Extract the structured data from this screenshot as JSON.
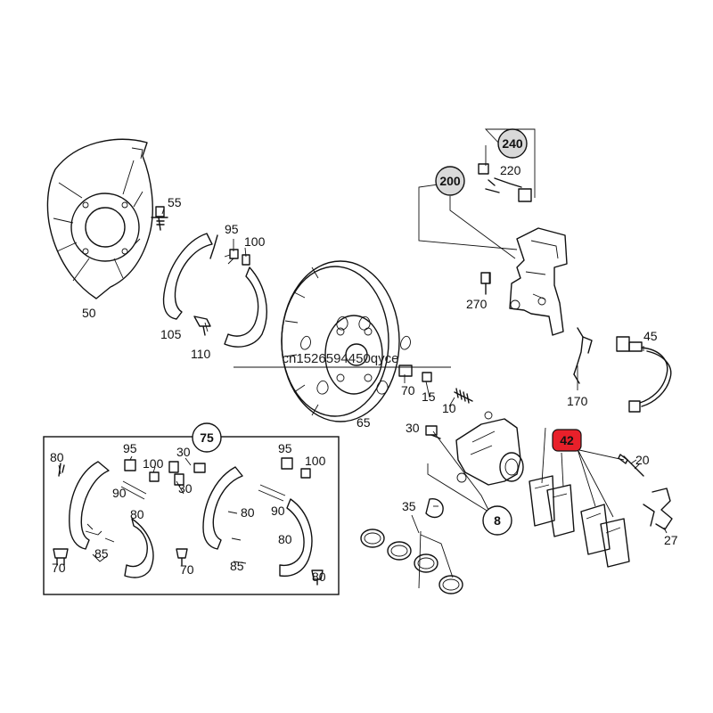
{
  "watermark": "cn1526594450qyce",
  "highlight_color": "#e8202a",
  "callouts": {
    "c240": "240",
    "c220": "220",
    "c200": "200",
    "c270": "270",
    "c45": "45",
    "c170": "170",
    "c55": "55",
    "c50": "50",
    "c95a": "95",
    "c100a": "100",
    "c105": "105",
    "c110": "110",
    "c65": "65",
    "c70a": "70",
    "c15": "15",
    "c10": "10",
    "c30a": "30",
    "c8": "8",
    "c35": "35",
    "c42": "42",
    "c20": "20",
    "c27": "27",
    "c75": "75",
    "c80a": "80",
    "c95b": "95",
    "c100b": "100",
    "c30b": "30",
    "c30c": "30",
    "c90a": "90",
    "c80b": "80",
    "c85a": "85",
    "c70b": "70",
    "c70c": "70",
    "c95c": "95",
    "c100c": "100",
    "c80c": "80",
    "c90b": "90",
    "c80d": "80",
    "c85b": "85",
    "c80e": "80"
  }
}
